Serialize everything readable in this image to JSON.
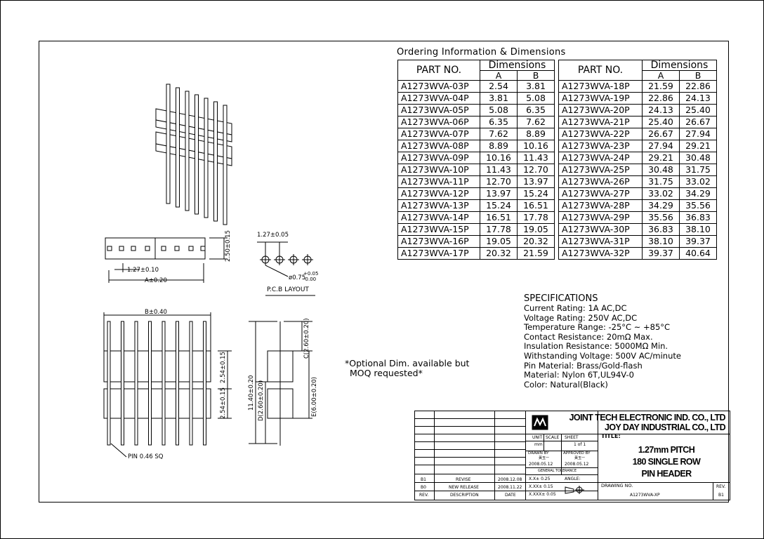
{
  "ordering": {
    "title": "Ordering Information  &  Dimensions",
    "part_header": "PART  NO.",
    "dim_header": "Dimensions",
    "col_a": "A",
    "col_b": "B",
    "left_rows": [
      [
        "A1273WVA-03P",
        "2.54",
        "3.81"
      ],
      [
        "A1273WVA-04P",
        "3.81",
        "5.08"
      ],
      [
        "A1273WVA-05P",
        "5.08",
        "6.35"
      ],
      [
        "A1273WVA-06P",
        "6.35",
        "7.62"
      ],
      [
        "A1273WVA-07P",
        "7.62",
        "8.89"
      ],
      [
        "A1273WVA-08P",
        "8.89",
        "10.16"
      ],
      [
        "A1273WVA-09P",
        "10.16",
        "11.43"
      ],
      [
        "A1273WVA-10P",
        "11.43",
        "12.70"
      ],
      [
        "A1273WVA-11P",
        "12.70",
        "13.97"
      ],
      [
        "A1273WVA-12P",
        "13.97",
        "15.24"
      ],
      [
        "A1273WVA-13P",
        "15.24",
        "16.51"
      ],
      [
        "A1273WVA-14P",
        "16.51",
        "17.78"
      ],
      [
        "A1273WVA-15P",
        "17.78",
        "19.05"
      ],
      [
        "A1273WVA-16P",
        "19.05",
        "20.32"
      ],
      [
        "A1273WVA-17P",
        "20.32",
        "21.59"
      ]
    ],
    "right_rows": [
      [
        "A1273WVA-18P",
        "21.59",
        "22.86"
      ],
      [
        "A1273WVA-19P",
        "22.86",
        "24.13"
      ],
      [
        "A1273WVA-20P",
        "24.13",
        "25.40"
      ],
      [
        "A1273WVA-21P",
        "25.40",
        "26.67"
      ],
      [
        "A1273WVA-22P",
        "26.67",
        "27.94"
      ],
      [
        "A1273WVA-23P",
        "27.94",
        "29.21"
      ],
      [
        "A1273WVA-24P",
        "29.21",
        "30.48"
      ],
      [
        "A1273WVA-25P",
        "30.48",
        "31.75"
      ],
      [
        "A1273WVA-26P",
        "31.75",
        "33.02"
      ],
      [
        "A1273WVA-27P",
        "33.02",
        "34.29"
      ],
      [
        "A1273WVA-28P",
        "34.29",
        "35.56"
      ],
      [
        "A1273WVA-29P",
        "35.56",
        "36.83"
      ],
      [
        "A1273WVA-30P",
        "36.83",
        "38.10"
      ],
      [
        "A1273WVA-31P",
        "38.10",
        "39.37"
      ],
      [
        "A1273WVA-32P",
        "39.37",
        "40.64"
      ]
    ]
  },
  "specs": {
    "title": "SPECIFICATIONS",
    "lines": [
      "Current Rating: 1A AC,DC",
      "Voltage Rating: 250V AC,DC",
      "Temperature Range: -25°C ~ +85°C",
      "Contact Resistance: 20mΩ Max.",
      "Insulation Resistance: 5000MΩ Min.",
      "Withstanding Voltage: 500V AC/minute",
      "Pin Material: Brass/Gold-flash",
      "Material: Nylon 6T,UL94V-0",
      "Color: Natural(Black)"
    ]
  },
  "optional_note": [
    "*Optional Dim. available but",
    "MOQ requested*"
  ],
  "drawing": {
    "dim_top_pitch": "1.27±0.10",
    "dim_top_a": "A±0.20",
    "dim_top_height": "2.50±0.15",
    "pcb_pitch": "1.27±0.05",
    "pcb_hole": "ø0.75",
    "pcb_hole_tol_plus": "+0.05",
    "pcb_hole_tol_minus": "-0.00",
    "pcb_label": "P.C.B  LAYOUT",
    "front_b": "B±0.40",
    "front_upper": "2.54±0.15",
    "front_lower": "2.54±0.15",
    "pin_note": "PIN 0.46 SQ",
    "side_total": "11.40±0.20",
    "side_d": "D(2.60±0.20)",
    "side_c": "C(2.60±0.20)",
    "side_e": "E(6.00±0.20)"
  },
  "titleblock": {
    "company1": "JOINT TECH ELECTRONIC IND. CO., LTD",
    "company2": "JOY DAY INDUSTRIAL CO., LTD",
    "unit_label": "UNIT",
    "scale_label": "SCALE",
    "sheet_label": "SHEET",
    "title_label": "TITLE:",
    "unit_value": "mm",
    "sheet_value": "1 of 1",
    "drawn_by_label": "DRAWN BY",
    "approved_by_label": "APPROVED BY",
    "drawn_name": "黃玉一",
    "approved_name": "黃玉一",
    "drawn_date": "2008.05.12",
    "approved_date": "2008.05.12",
    "general_tolerance": "GENERAL TOLERANCE",
    "angle_label": "ANGLE:",
    "tol1": "X.X± 0.25",
    "tol2": "X.XX± 0.15",
    "tol3": "X.XXX± 0.05",
    "title_lines": [
      "1.27mm PITCH",
      "180 SINGLE ROW",
      "PIN HEADER"
    ],
    "drawing_no_label": "DRAWING NO.",
    "drawing_no": "A1273WVA-XP",
    "rev_label": "REV.",
    "rev_value": "B1",
    "revisions": [
      {
        "rev": "B1",
        "desc": "REVISE",
        "date": "2008.12.08"
      },
      {
        "rev": "B0",
        "desc": "NEW RELEASE",
        "date": "2008.11.22"
      }
    ],
    "rev_header": "REV.",
    "desc_header": "DESCRIPTION",
    "date_header": "DATE"
  }
}
